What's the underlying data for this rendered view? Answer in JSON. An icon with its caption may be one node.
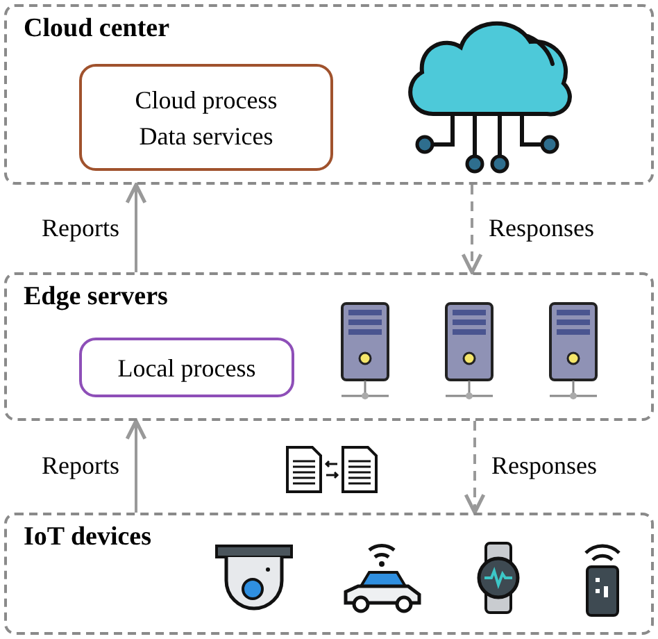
{
  "diagram": {
    "nodes": [
      {
        "text": [
          "Cloud center"
        ]
      },
      {
        "text": [
          "Cloud process",
          "Data services"
        ],
        "in": 0
      },
      {
        "text": [
          "Edge servers"
        ]
      },
      {
        "text": [
          "Local process"
        ],
        "in": 2
      },
      {
        "text": [
          "IoT devices"
        ]
      }
    ],
    "edges": [
      {
        "from": 2,
        "to": 0,
        "arrow": "to",
        "label": "Reports"
      },
      {
        "from": 0,
        "to": 2,
        "arrow": "to",
        "label": "Responses",
        "style": "dashed"
      },
      {
        "from": 4,
        "to": 2,
        "arrow": "to",
        "label": "Reports"
      },
      {
        "from": 2,
        "to": 4,
        "arrow": "to",
        "label": "Responses",
        "style": "dashed"
      }
    ]
  }
}
